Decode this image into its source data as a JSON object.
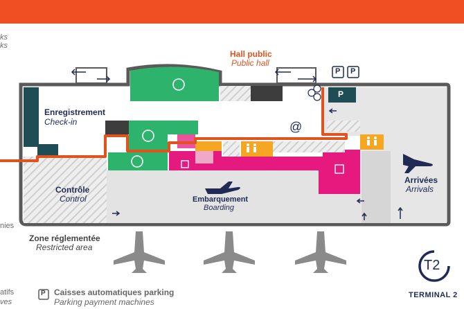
{
  "colors": {
    "header": "#f04e23",
    "navy": "#1f2a55",
    "orange": "#e0531f",
    "green": "#2db36b",
    "magenta": "#e6197f",
    "amber": "#f5a623",
    "teal": "#1f4d56",
    "zone_grey": "#e6e6e6",
    "dark_grey": "#3d3d3d"
  },
  "cut_left_text": {
    "line1": "ks",
    "line2": "ks",
    "line3": "nies",
    "line4": "atifs",
    "line5": "ves"
  },
  "hall": {
    "fr": "Hall public",
    "en": "Public hall"
  },
  "checkin": {
    "fr": "Enregistrement",
    "en": "Check-in"
  },
  "control": {
    "fr": "Contrôle",
    "en": "Control"
  },
  "boarding": {
    "fr": "Embarquement",
    "en": "Boarding"
  },
  "arrivals": {
    "fr": "Arrivées",
    "en": "Arrivals"
  },
  "restricted": {
    "fr": "Zone réglementée",
    "en": "Restricted area"
  },
  "parking_legend": {
    "fr": "Caisses automatiques parking",
    "en": "Parking payment machines",
    "symbol": "P"
  },
  "terminal": {
    "badge": "T2",
    "name": "TERMINAL 2"
  },
  "icons": {
    "wifi": "@",
    "parking": "P"
  }
}
